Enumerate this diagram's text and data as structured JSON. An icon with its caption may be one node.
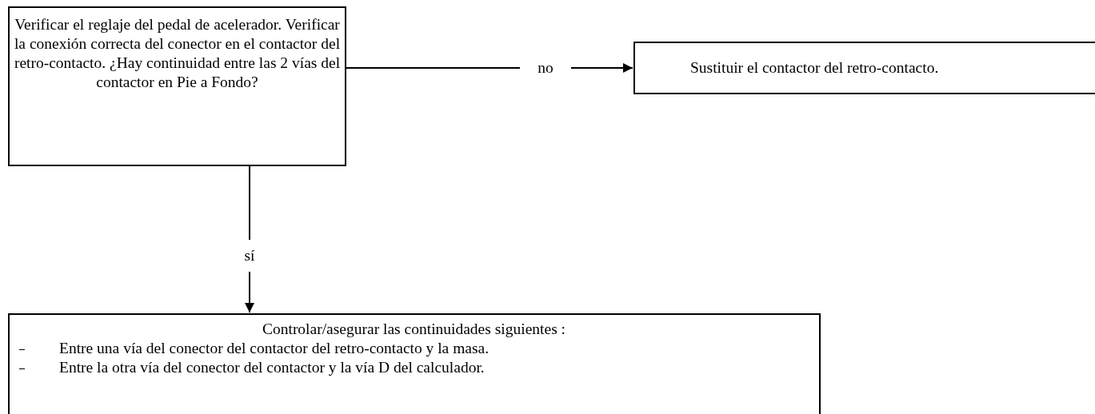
{
  "diagram": {
    "nodes": [
      {
        "text": [
          "Verificar el reglaje del pedal de acelerador. Verificar la conexión correcta del conector en el contactor del retro-contacto. ¿Hay continuidad entre las 2 vías del contactor en Pie a Fondo?"
        ]
      },
      {
        "text": [
          "Sustituir el contactor del retro-contacto."
        ]
      },
      {
        "text": [
          "Controlar/asegurar las continuidades siguientes :",
          "Entre una vía del conector del contactor del retro-contacto y la masa.",
          "Entre la otra vía del conector del contactor y la vía D del calculador."
        ]
      }
    ],
    "edges": [
      {
        "from": 0,
        "to": 1,
        "arrow": "to",
        "label": "no"
      },
      {
        "from": 0,
        "to": 2,
        "arrow": "to",
        "label": "sí"
      }
    ]
  }
}
